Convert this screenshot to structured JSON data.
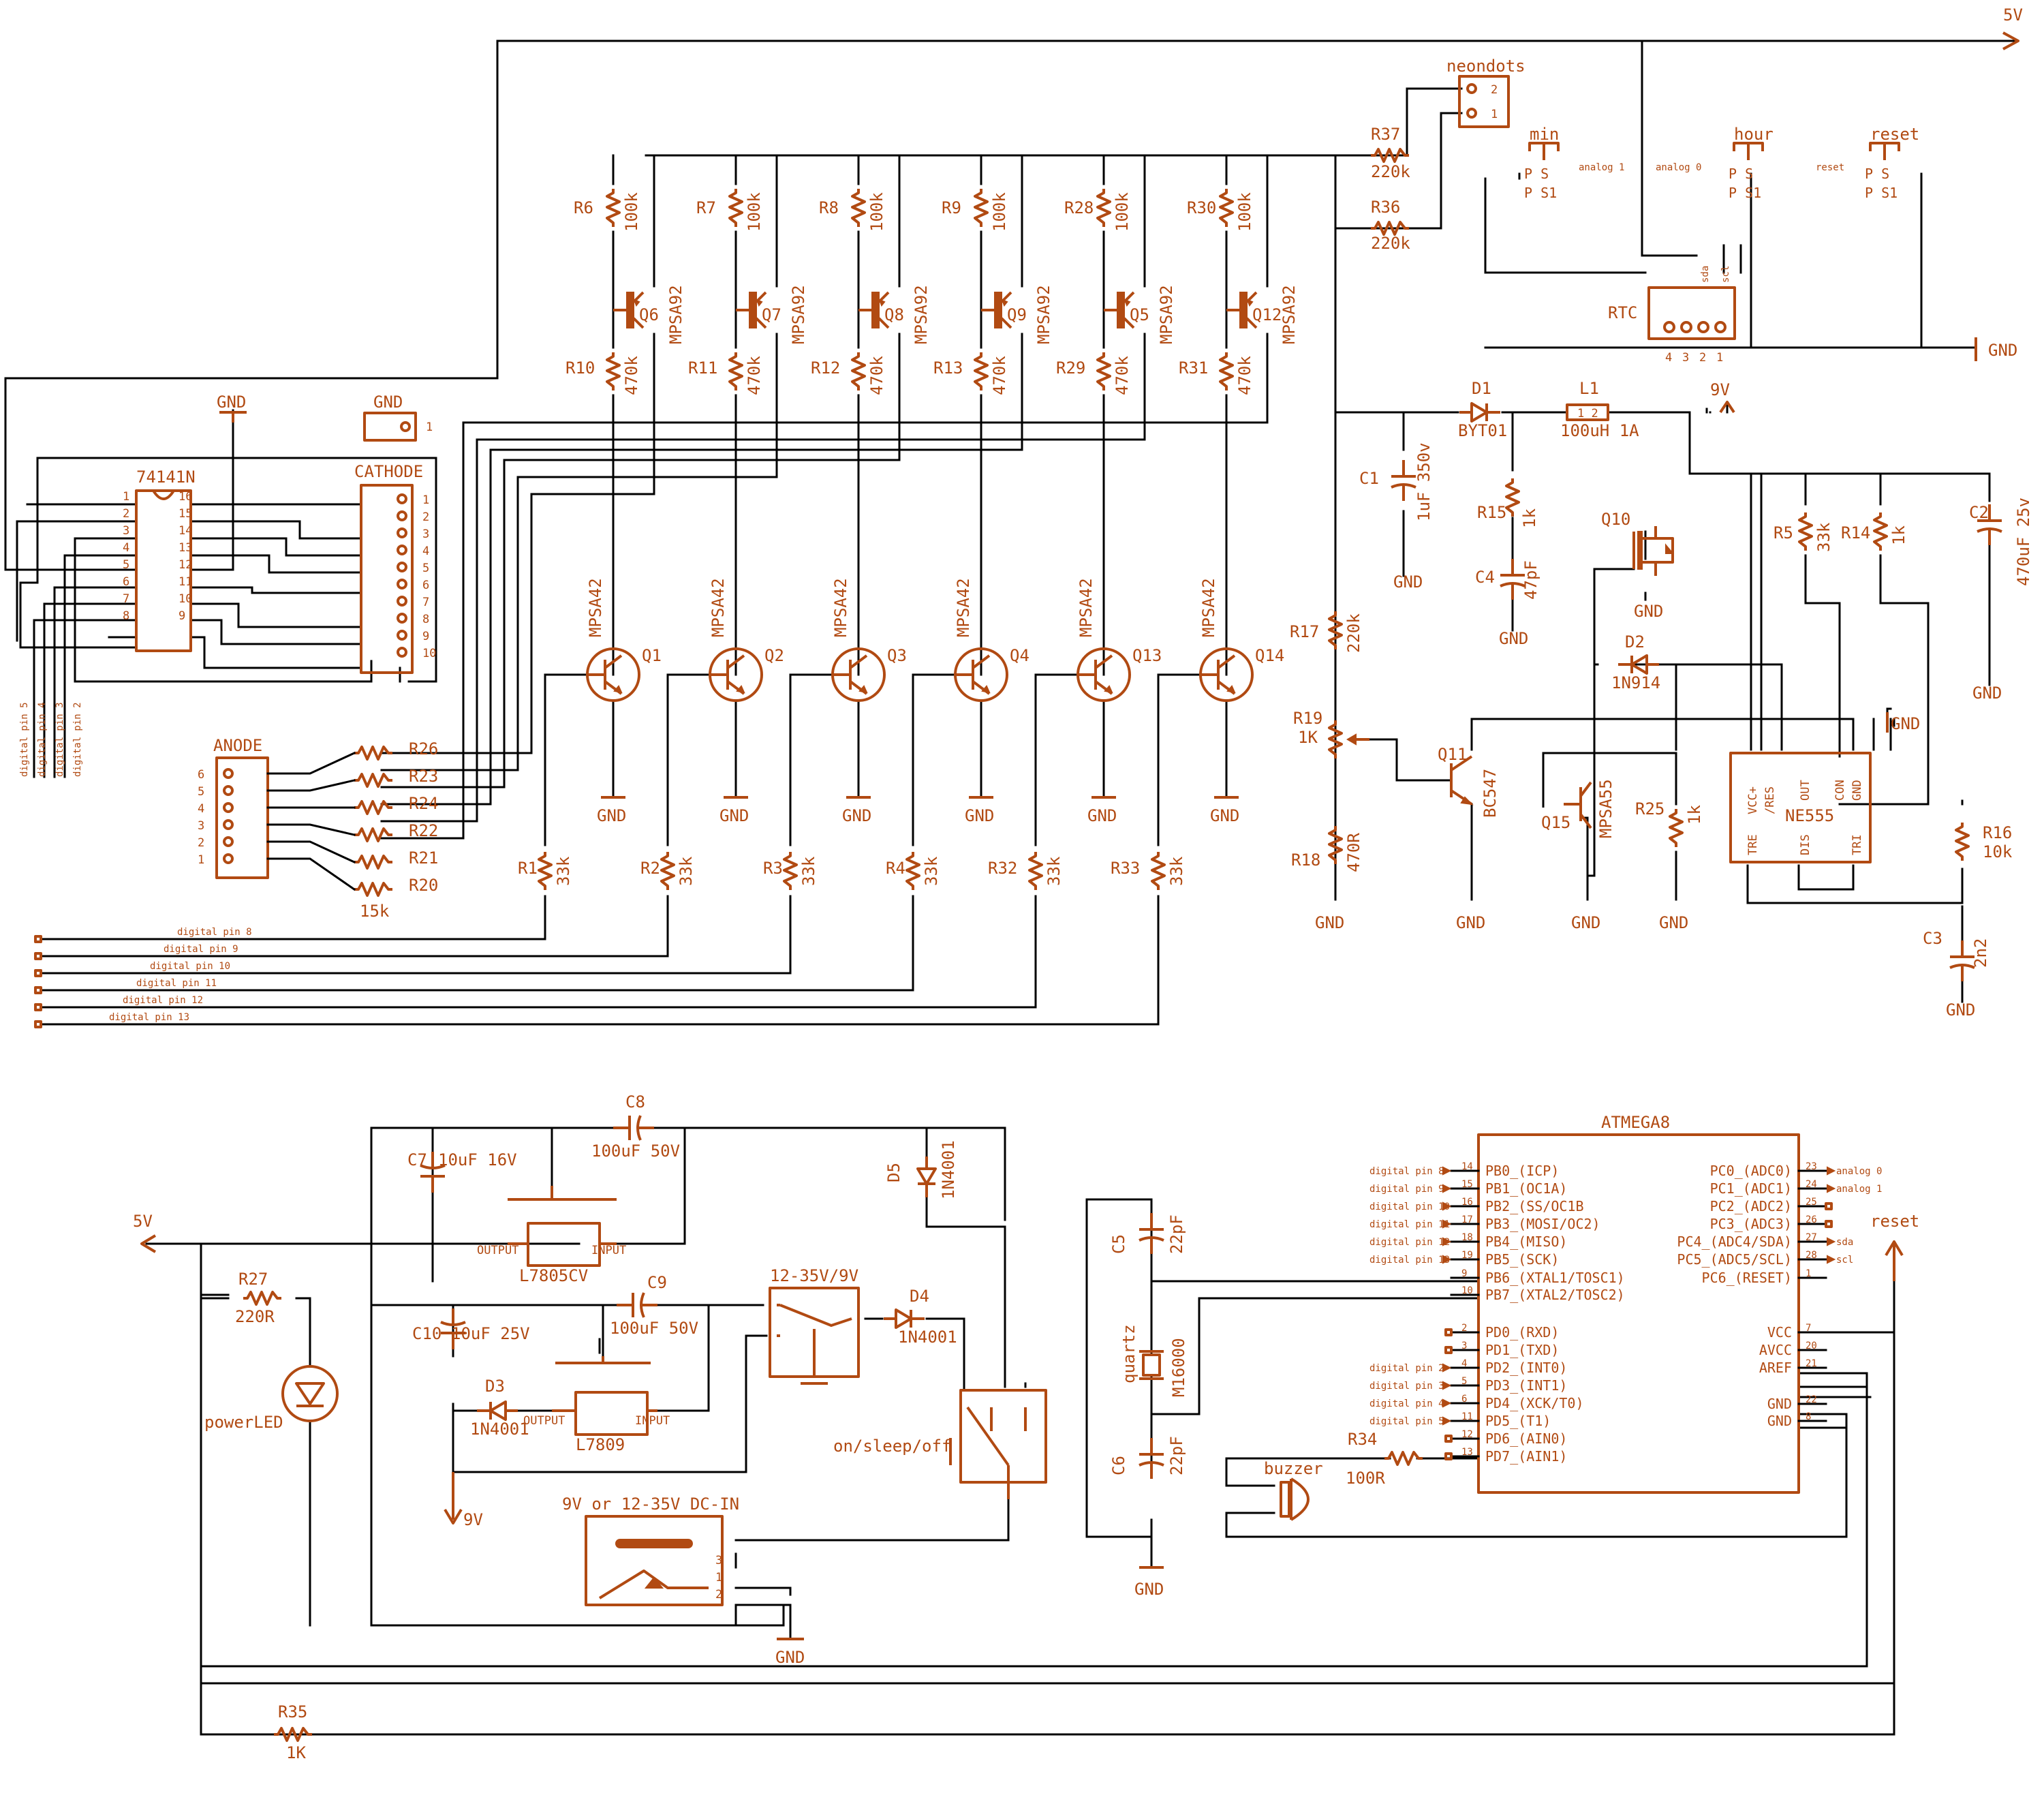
{
  "nets": {
    "v5_top": "5V",
    "v5_left": "5V",
    "v9_top": "9V",
    "v9_bottom": "9V",
    "gnd": "GND",
    "reset_net": "reset"
  },
  "connectors": {
    "neondots": {
      "label": "neondots",
      "pins": [
        "2",
        "1"
      ]
    },
    "cathode": {
      "label": "CATHODE",
      "pins": [
        "1",
        "2",
        "3",
        "4",
        "5",
        "6",
        "7",
        "8",
        "9",
        "10"
      ]
    },
    "anode": {
      "label": "ANODE",
      "pins": [
        "6",
        "5",
        "4",
        "3",
        "2",
        "1"
      ]
    },
    "gnd_header": {
      "label": "GND",
      "pin": "1"
    },
    "rtc": {
      "label": "RTC",
      "pins": [
        "4",
        "3",
        "2",
        "1"
      ],
      "signals": [
        "sda",
        "scl"
      ]
    },
    "dcin": {
      "label": "9V or 12-35V DC-IN",
      "pins": [
        "3",
        "1",
        "2"
      ]
    }
  },
  "switches": [
    {
      "label": "min",
      "pin_text": "P S",
      "bottom_text": "P S1",
      "pin": "1",
      "net": "analog 1"
    },
    {
      "label": "hour",
      "pin_text": "P S",
      "bottom_text": "P S1",
      "pin": "1",
      "net": "analog 0"
    },
    {
      "label": "reset",
      "pin_text": "P S",
      "bottom_text": "P S1",
      "pin": "1",
      "net": "reset"
    }
  ],
  "decoder": {
    "name": "74141N",
    "left_pins": [
      "1",
      "2",
      "3",
      "4",
      "5",
      "6",
      "7",
      "8"
    ],
    "right_pins": [
      "16",
      "15",
      "14",
      "13",
      "12",
      "11",
      "10",
      "9"
    ],
    "inputs": [
      "digital pin 5",
      "digital pin 4",
      "digital pin 3",
      "digital pin 2"
    ]
  },
  "anode_drivers": [
    {
      "rtop": "R6",
      "rtop_val": "100k",
      "q": "Q6",
      "qtype": "MPSA92",
      "rmid": "R10",
      "rmid_val": "470k",
      "qlow": "Q1",
      "qlow_type": "MPSA42",
      "rb": "R1",
      "rb_val": "33k"
    },
    {
      "rtop": "R7",
      "rtop_val": "100k",
      "q": "Q7",
      "qtype": "MPSA92",
      "rmid": "R11",
      "rmid_val": "470k",
      "qlow": "Q2",
      "qlow_type": "MPSA42",
      "rb": "R2",
      "rb_val": "33k"
    },
    {
      "rtop": "R8",
      "rtop_val": "100k",
      "q": "Q8",
      "qtype": "MPSA92",
      "rmid": "R12",
      "rmid_val": "470k",
      "qlow": "Q3",
      "qlow_type": "MPSA42",
      "rb": "R3",
      "rb_val": "33k"
    },
    {
      "rtop": "R9",
      "rtop_val": "100k",
      "q": "Q9",
      "qtype": "MPSA92",
      "rmid": "R13",
      "rmid_val": "470k",
      "qlow": "Q4",
      "qlow_type": "MPSA42",
      "rb": "R4",
      "rb_val": "33k"
    },
    {
      "rtop": "R28",
      "rtop_val": "100k",
      "q": "Q5",
      "qtype": "MPSA92",
      "rmid": "R29",
      "rmid_val": "470k",
      "qlow": "Q13",
      "qlow_type": "MPSA42",
      "rb": "R32",
      "rb_val": "33k"
    },
    {
      "rtop": "R30",
      "rtop_val": "100k",
      "q": "Q12",
      "qtype": "MPSA92",
      "rmid": "R31",
      "rmid_val": "470k",
      "qlow": "Q14",
      "qlow_type": "MPSA42",
      "rb": "R33",
      "rb_val": "33k"
    }
  ],
  "digital_pins": [
    "digital pin 8",
    "digital pin 9",
    "digital pin 10",
    "digital pin 11",
    "digital pin 12",
    "digital pin 13"
  ],
  "anode_resistors": [
    {
      "name": "R26",
      "value": ""
    },
    {
      "name": "R23",
      "value": ""
    },
    {
      "name": "R24",
      "value": ""
    },
    {
      "name": "R22",
      "value": ""
    },
    {
      "name": "R21",
      "value": ""
    },
    {
      "name": "R20",
      "value": "15k"
    }
  ],
  "neon_resistors": [
    {
      "name": "R37",
      "value": "220k"
    },
    {
      "name": "R36",
      "value": "220k"
    }
  ],
  "boost": {
    "d1": "D1",
    "d1_type": "BYT01",
    "l1": "L1",
    "l1_val": "100uH 1A",
    "l1_pins": "1 2",
    "c1": "C1",
    "c1_val": "1uF 350v",
    "r15": "R15",
    "r15_val": "1k",
    "c4": "C4",
    "c4_val": "47pF",
    "q10": "Q10",
    "d2": "D2",
    "d2_type": "1N914",
    "r17": "R17",
    "r17_val": "220k",
    "r19": "R19",
    "r19_val": "1K",
    "r18": "R18",
    "r18_val": "470R",
    "q11": "Q11",
    "q11_type": "BC547",
    "q15": "Q15",
    "q15_type": "MPSA55",
    "r25": "R25",
    "r25_val": "1k",
    "r5": "R5",
    "r5_val": "33k",
    "r14": "R14",
    "r14_val": "1k",
    "c2": "C2",
    "c2_val": "470uF 25v",
    "r16": "R16",
    "r16_val": "10k",
    "c3": "C3",
    "c3_val": "2n2",
    "ne555": "NE555",
    "ne555_pins_top": [
      "VCC+",
      "/RES",
      "OUT",
      "CON",
      "GND"
    ],
    "ne555_pins_bottom": [
      "TRE",
      "DIS",
      "TRI"
    ]
  },
  "power": {
    "c8": "C8",
    "c8_val": "100uF 50V",
    "c7": "C7",
    "c7_val": "10uF 16V",
    "reg1": "L7805CV",
    "reg1_out": "OUTPUT",
    "reg1_in": "INPUT",
    "c9": "C9",
    "c9_val": "100uF 50V",
    "c10": "C10",
    "c10_val": "10uF 25V",
    "d3": "D3",
    "d3_type": "1N4001",
    "reg2": "L7809",
    "reg2_out": "OUTPUT",
    "reg2_in": "INPUT",
    "d4": "D4",
    "d4_type": "1N4001",
    "d5": "D5",
    "d5_type": "1N4001",
    "sel_switch": "12-35V/9V",
    "onoff": "on/sleep/off",
    "r27": "R27",
    "r27_val": "220R",
    "led": "powerLED",
    "r35": "R35",
    "r35_val": "1K"
  },
  "mcu": {
    "name": "ATMEGA8",
    "left": [
      {
        "pin": "14",
        "name": "PB0_(ICP)",
        "net": "digital pin 8"
      },
      {
        "pin": "15",
        "name": "PB1_(OC1A)",
        "net": "digital pin 9"
      },
      {
        "pin": "16",
        "name": "PB2_(SS/OC1B",
        "net": "digital pin 10"
      },
      {
        "pin": "17",
        "name": "PB3_(MOSI/OC2)",
        "net": "digital pin 11"
      },
      {
        "pin": "18",
        "name": "PB4_(MISO)",
        "net": "digital pin 12"
      },
      {
        "pin": "19",
        "name": "PB5_(SCK)",
        "net": "digital pin 13"
      },
      {
        "pin": "9",
        "name": "PB6_(XTAL1/TOSC1)",
        "net": ""
      },
      {
        "pin": "10",
        "name": "PB7_(XTAL2/TOSC2)",
        "net": ""
      },
      {
        "pin": "2",
        "name": "PD0_(RXD)",
        "net": ""
      },
      {
        "pin": "3",
        "name": "PD1_(TXD)",
        "net": ""
      },
      {
        "pin": "4",
        "name": "PD2_(INT0)",
        "net": "digital pin 2"
      },
      {
        "pin": "5",
        "name": "PD3_(INT1)",
        "net": "digital pin 3"
      },
      {
        "pin": "6",
        "name": "PD4_(XCK/T0)",
        "net": "digital pin 4"
      },
      {
        "pin": "11",
        "name": "PD5_(T1)",
        "net": "digital pin 5"
      },
      {
        "pin": "12",
        "name": "PD6_(AIN0)",
        "net": ""
      },
      {
        "pin": "13",
        "name": "PD7_(AIN1)",
        "net": ""
      }
    ],
    "right": [
      {
        "pin": "23",
        "name": "PC0_(ADC0)",
        "net": "analog 0"
      },
      {
        "pin": "24",
        "name": "PC1_(ADC1)",
        "net": "analog 1"
      },
      {
        "pin": "25",
        "name": "PC2_(ADC2)",
        "net": ""
      },
      {
        "pin": "26",
        "name": "PC3_(ADC3)",
        "net": ""
      },
      {
        "pin": "27",
        "name": "PC4_(ADC4/SDA)",
        "net": "sda"
      },
      {
        "pin": "28",
        "name": "PC5_(ADC5/SCL)",
        "net": "scl"
      },
      {
        "pin": "1",
        "name": "PC6_(RESET)",
        "net": ""
      },
      {
        "pin": "7",
        "name": "VCC",
        "net": ""
      },
      {
        "pin": "20",
        "name": "AVCC",
        "net": ""
      },
      {
        "pin": "21",
        "name": "AREF",
        "net": ""
      },
      {
        "pin": "22",
        "name": "GND",
        "net": ""
      },
      {
        "pin": "8",
        "name": "GND",
        "net": ""
      }
    ],
    "c5": "C5",
    "c5_val": "22pF",
    "c6": "C6",
    "c6_val": "22pF",
    "quartz": "quartz",
    "quartz_val": "M16000",
    "r34": "R34",
    "r34_val": "100R",
    "buzzer": "buzzer"
  }
}
